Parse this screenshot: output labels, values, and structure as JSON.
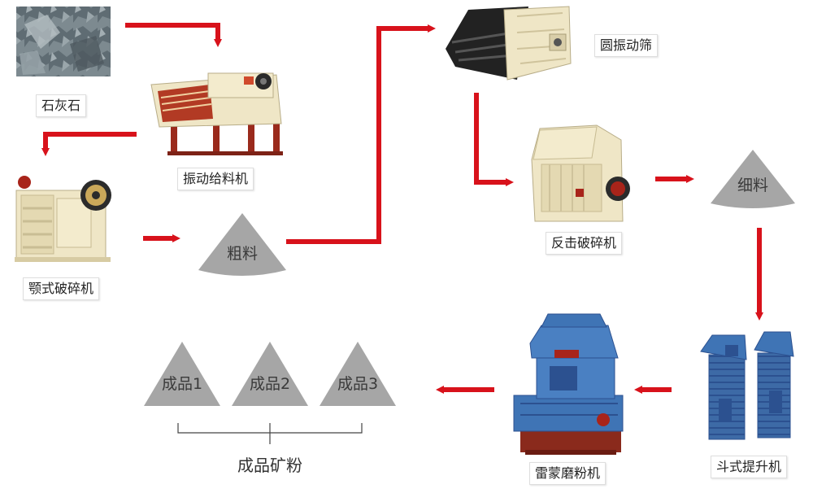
{
  "colors": {
    "arrow": "#d8121b",
    "pile": "#a6a6a6",
    "machine_cream": "#efe6c6",
    "machine_blue": "#3f74b5",
    "machine_dark": "#2a2a2a"
  },
  "labels": {
    "limestone": "石灰石",
    "vibrating_feeder": "振动给料机",
    "jaw_crusher": "颚式破碎机",
    "circular_screen": "圆振动筛",
    "impact_crusher": "反击破碎机",
    "bucket_elevator": "斗式提升机",
    "raymond_mill": "雷蒙磨粉机"
  },
  "piles": {
    "coarse": "粗料",
    "fine": "细料",
    "product1": "成品1",
    "product2": "成品2",
    "product3": "成品3"
  },
  "group_label": "成品矿粉",
  "icons": [
    "limestone-photo-icon",
    "vibrating-feeder-icon",
    "jaw-crusher-icon",
    "circular-screen-icon",
    "impact-crusher-icon",
    "bucket-elevator-icon",
    "raymond-mill-icon"
  ]
}
